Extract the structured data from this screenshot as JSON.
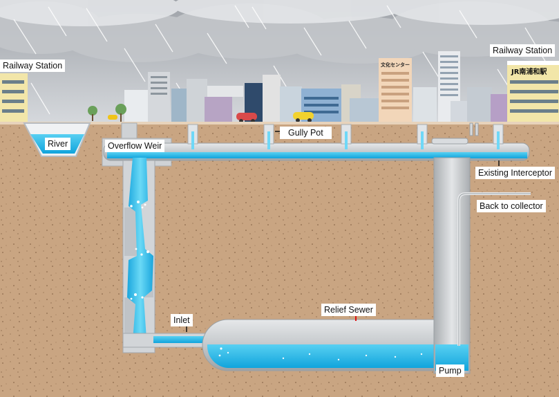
{
  "labels": {
    "railway_station_left": "Railway Station",
    "railway_station_right": "Railway Station",
    "river": "River",
    "overflow_weir": "Overflow Weir",
    "gully_pot": "Gully Pot",
    "existing_interceptor": "Existing Interceptor",
    "back_to_collector": "Back to collector",
    "inlet": "Inlet",
    "relief_sewer": "Relief Sewer",
    "pump": "Pump"
  },
  "signs": {
    "culture_center": "文化センター",
    "station_sign": "JR南浦和駅"
  },
  "colors": {
    "sky_top": "#a9adb3",
    "sky_bottom": "#cfd3d8",
    "soil": "#caa784",
    "water": "#22b5e6",
    "pipe": "#c9ccce"
  }
}
